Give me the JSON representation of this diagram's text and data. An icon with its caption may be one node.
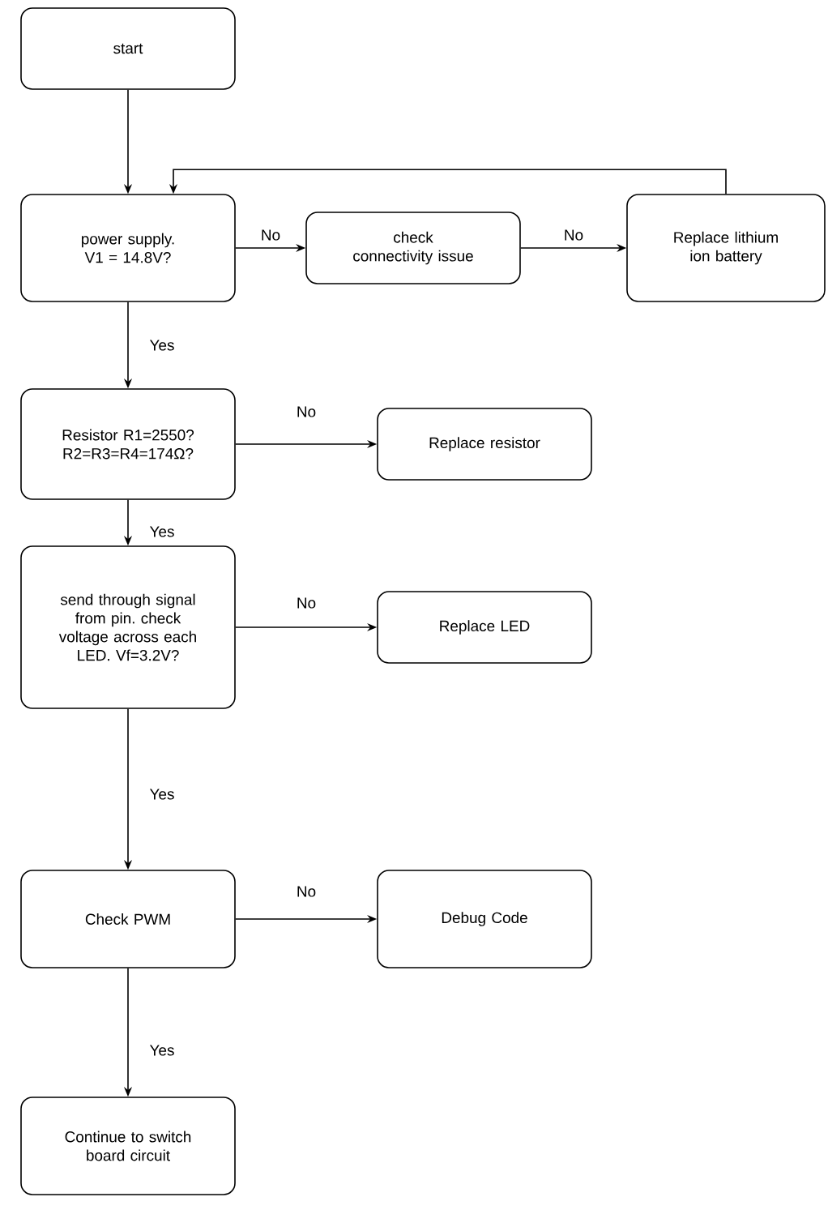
{
  "diagram": {
    "nodes": [
      {
        "text": [
          "start"
        ]
      },
      {
        "text": [
          "power supply. V1 = 14.8V?"
        ]
      },
      {
        "text": [
          "check connectivity issue"
        ]
      },
      {
        "text": [
          "Replace lithium ion battery"
        ]
      },
      {
        "text": [
          "Resistor R1=2550? R2=R3=R4=174Ω?"
        ]
      },
      {
        "text": [
          "Replace resistor"
        ]
      },
      {
        "text": [
          "send through signal from pin. check voltage across each LED. Vf=3.2V?"
        ]
      },
      {
        "text": [
          "Replace LED"
        ]
      },
      {
        "text": [
          "Check PWM"
        ]
      },
      {
        "text": [
          "Debug Code"
        ]
      },
      {
        "text": [
          "Continue to switch board circuit"
        ]
      }
    ],
    "edges": [
      {
        "from": 0,
        "to": 1,
        "arrow": "to"
      },
      {
        "from": 1,
        "to": 2,
        "arrow": "to",
        "label": "No"
      },
      {
        "from": 2,
        "to": 3,
        "arrow": "to",
        "label": "No"
      },
      {
        "from": 3,
        "to": 1,
        "arrow": "to"
      },
      {
        "from": 1,
        "to": 4,
        "arrow": "to",
        "label": "Yes"
      },
      {
        "from": 4,
        "to": 5,
        "arrow": "to",
        "label": "No"
      },
      {
        "from": 4,
        "to": 6,
        "arrow": "to",
        "label": "Yes"
      },
      {
        "from": 6,
        "to": 7,
        "arrow": "to",
        "label": "No"
      },
      {
        "from": 6,
        "to": 8,
        "arrow": "to",
        "label": "Yes"
      },
      {
        "from": 8,
        "to": 9,
        "arrow": "to",
        "label": "No"
      },
      {
        "from": 8,
        "to": 10,
        "arrow": "to",
        "label": "Yes"
      }
    ]
  }
}
